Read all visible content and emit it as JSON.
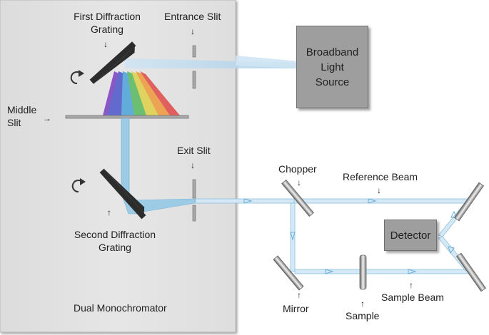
{
  "labels": {
    "first_grating_l1": "First Diffraction",
    "first_grating_l2": "Grating",
    "entrance_slit": "Entrance Slit",
    "middle_slit_l1": "Middle",
    "middle_slit_l2": "Slit",
    "exit_slit": "Exit Slit",
    "second_grating_l1": "Second Diffraction",
    "second_grating_l2": "Grating",
    "dual_monochromator": "Dual Monochromator",
    "chopper": "Chopper",
    "reference_beam": "Reference Beam",
    "mirror": "Mirror",
    "sample": "Sample",
    "sample_beam": "Sample Beam"
  },
  "boxes": {
    "source_l1": "Broadband",
    "source_l2": "Light",
    "source_l3": "Source",
    "detector": "Detector"
  },
  "colors": {
    "monochromator_panel": "#e4e4e4",
    "beam": "#9ccbe6",
    "box_fill": "#9e9e9e",
    "spectrum": [
      "#7b3fbf",
      "#4b55c9",
      "#4aa3d8",
      "#58b95e",
      "#e0d048",
      "#ee9a3c",
      "#e04848"
    ]
  },
  "icons": {
    "rotation": "curved-arrow-icon",
    "pointer": "small-arrow-icon"
  }
}
